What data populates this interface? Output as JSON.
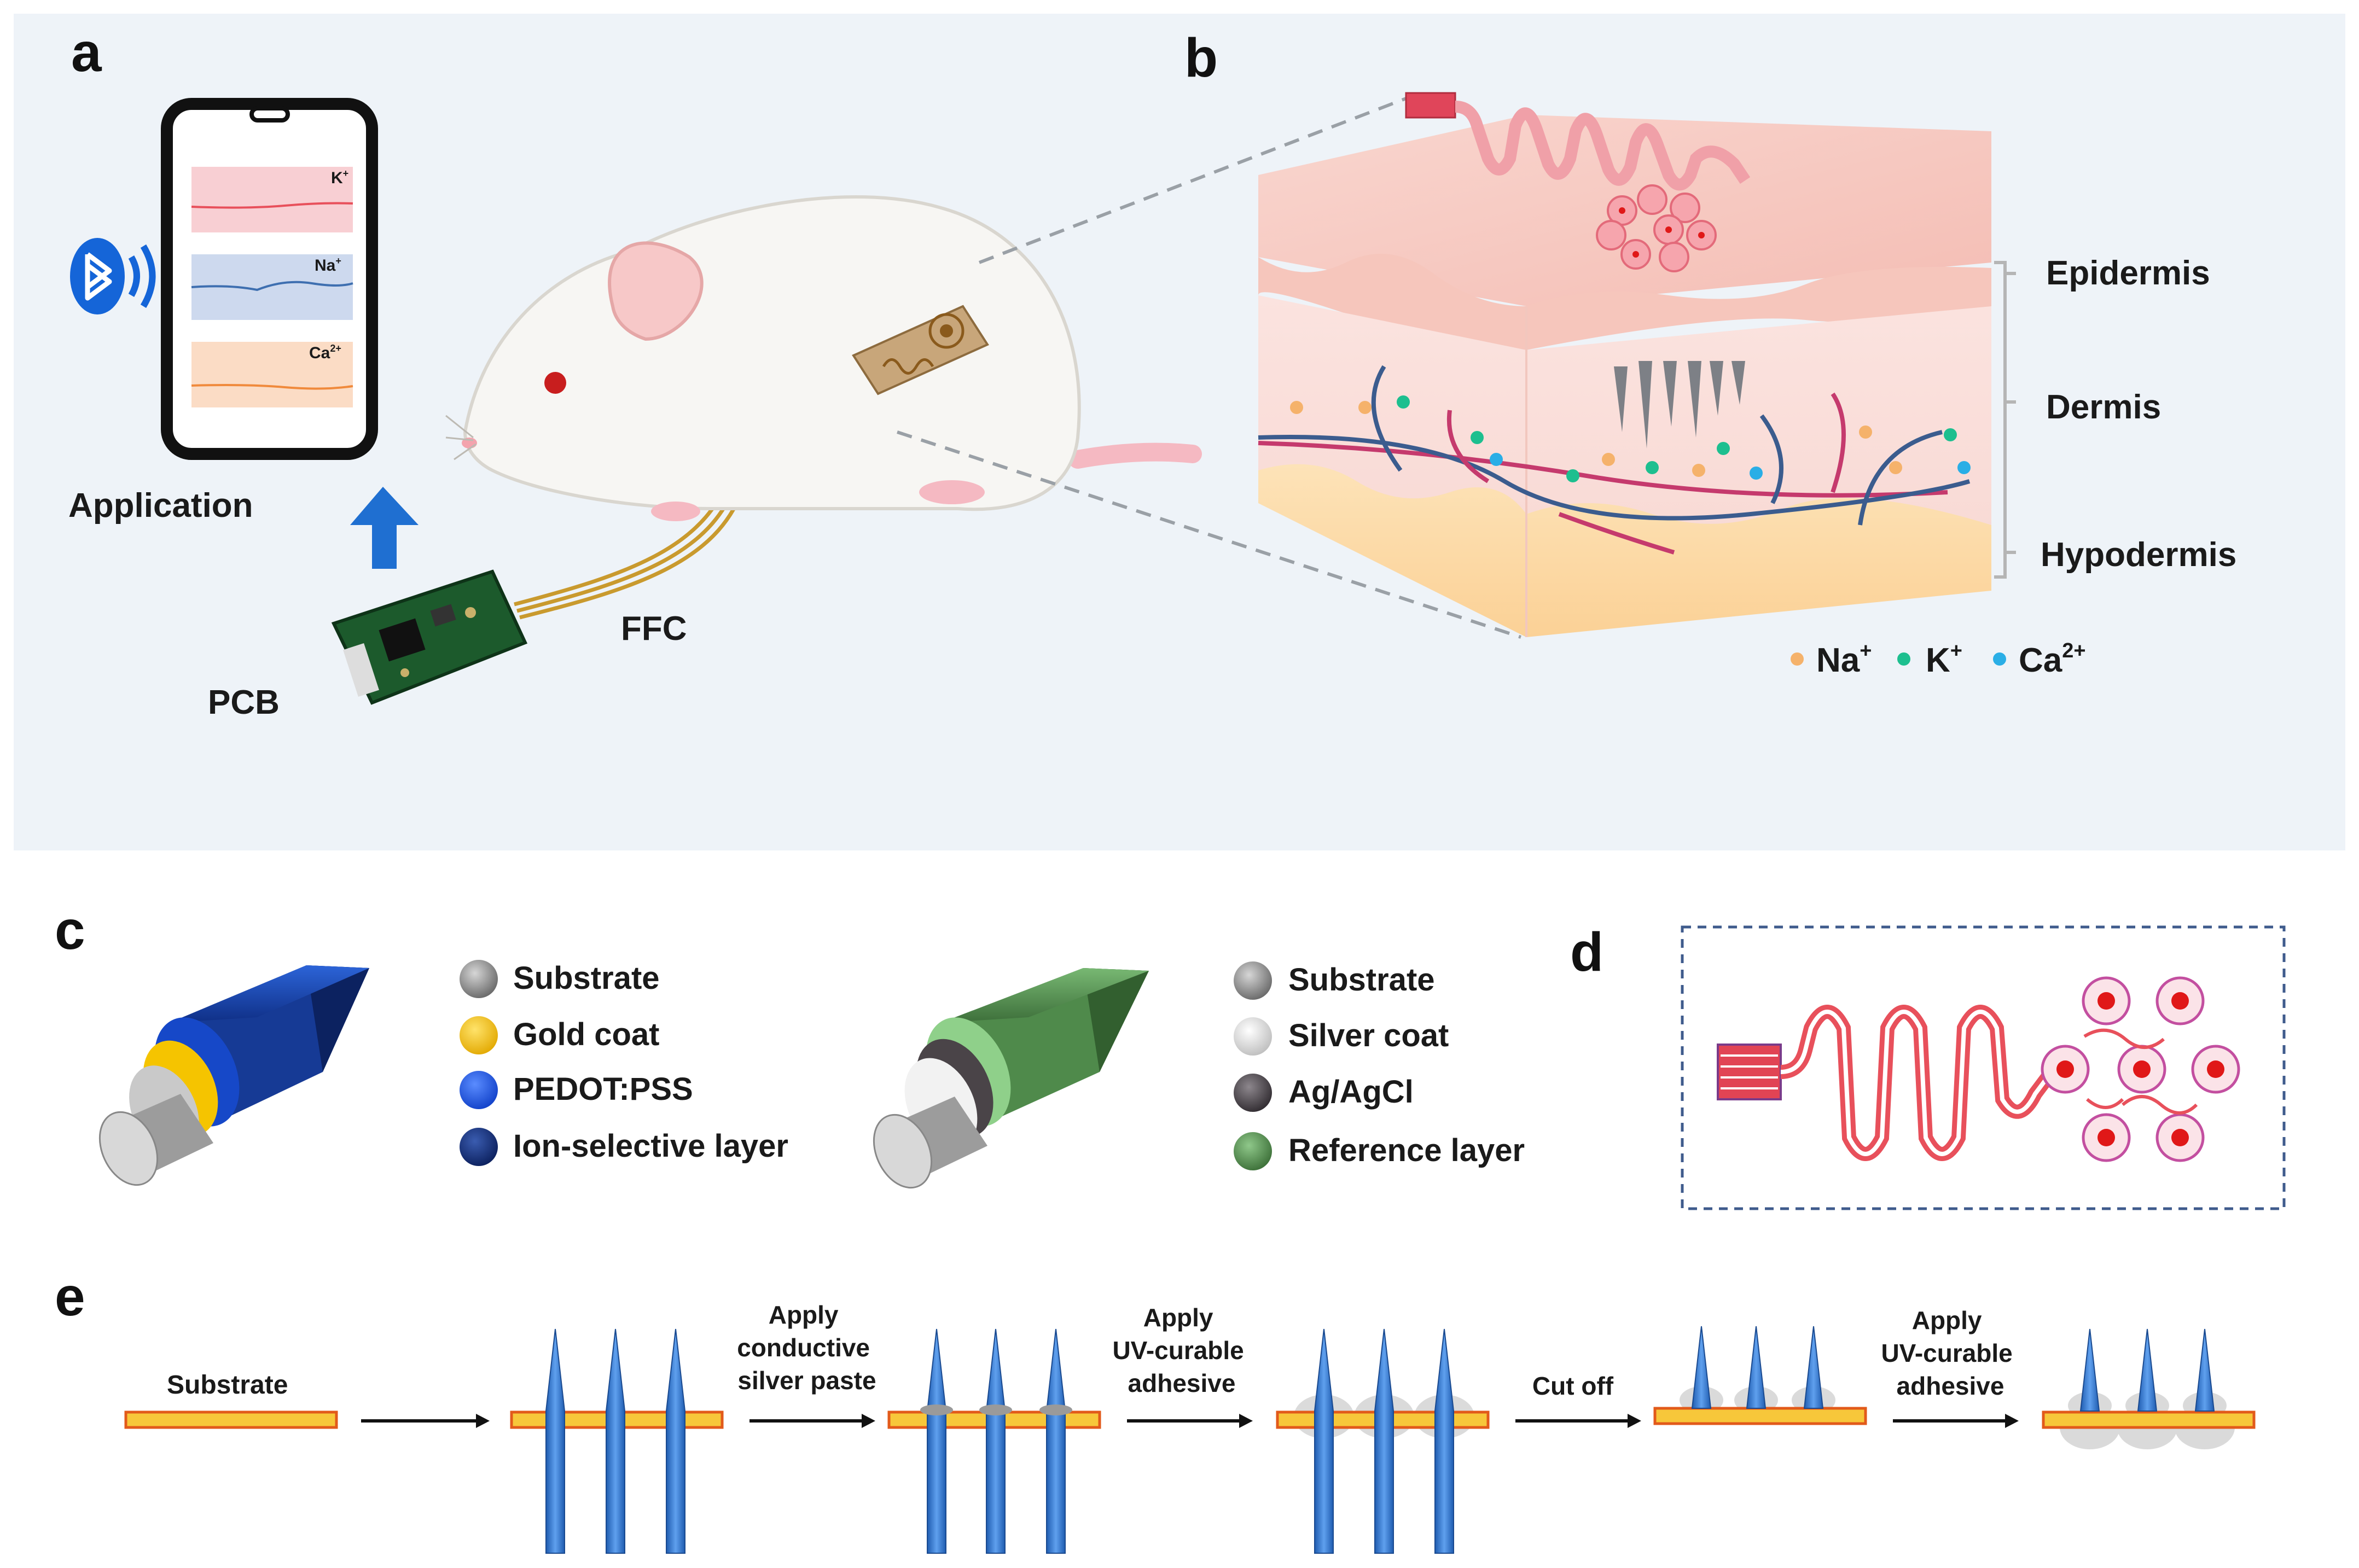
{
  "panels": {
    "a": {
      "letter": "a",
      "application_label": "Application",
      "pcb_label": "PCB",
      "ffc_label": "FFC",
      "phone_traces": [
        {
          "ion": "K+",
          "color": "#e8505b",
          "band": "#f8cfd3"
        },
        {
          "ion": "Na+",
          "color": "#3e6fb0",
          "band": "#cdd9ee"
        },
        {
          "ion": "Ca2+",
          "color": "#f08a3c",
          "band": "#fbdcc5"
        }
      ],
      "bluetooth_color": "#1565d8",
      "arrow_color": "#1f6fd1"
    },
    "b": {
      "letter": "b",
      "layers": [
        "Epidermis",
        "Dermis",
        "Hypodermis"
      ],
      "ion_legend": [
        {
          "base": "Na",
          "sup": "+",
          "color": "#f5b26b"
        },
        {
          "base": "K",
          "sup": "+",
          "color": "#1dbf8f"
        },
        {
          "base": "Ca",
          "sup": "2+",
          "color": "#2aaee6"
        }
      ]
    },
    "c": {
      "letter": "c",
      "ise_legend": [
        {
          "label": "Substrate",
          "color": "#8a8a8a"
        },
        {
          "label": "Gold coat",
          "color": "#f5c400"
        },
        {
          "label": "PEDOT:PSS",
          "color": "#1e5fe0"
        },
        {
          "label": "Ion-selective layer",
          "color": "#13327a"
        }
      ],
      "ref_legend": [
        {
          "label": "Substrate",
          "color": "#8a8a8a"
        },
        {
          "label": "Silver coat",
          "color": "#e6e6e6"
        },
        {
          "label": "Ag/AgCl",
          "color": "#555055"
        },
        {
          "label": "Reference layer",
          "color": "#4e8a4a"
        }
      ]
    },
    "d": {
      "letter": "d",
      "trace_color": "#e8505b",
      "pad_color": "#e01818"
    },
    "e": {
      "letter": "e",
      "substrate_label": "Substrate",
      "steps": [
        {
          "lines": [
            "Apply",
            "conductive",
            "silver paste"
          ]
        },
        {
          "lines": [
            "Apply",
            "UV-curable",
            "adhesive"
          ]
        },
        {
          "lines": [
            "Cut off"
          ]
        },
        {
          "lines": [
            "Apply",
            "UV-curable",
            "adhesive"
          ]
        }
      ],
      "substrate_color": "#f7c73a",
      "needle_color": "#3b7fd0"
    }
  }
}
